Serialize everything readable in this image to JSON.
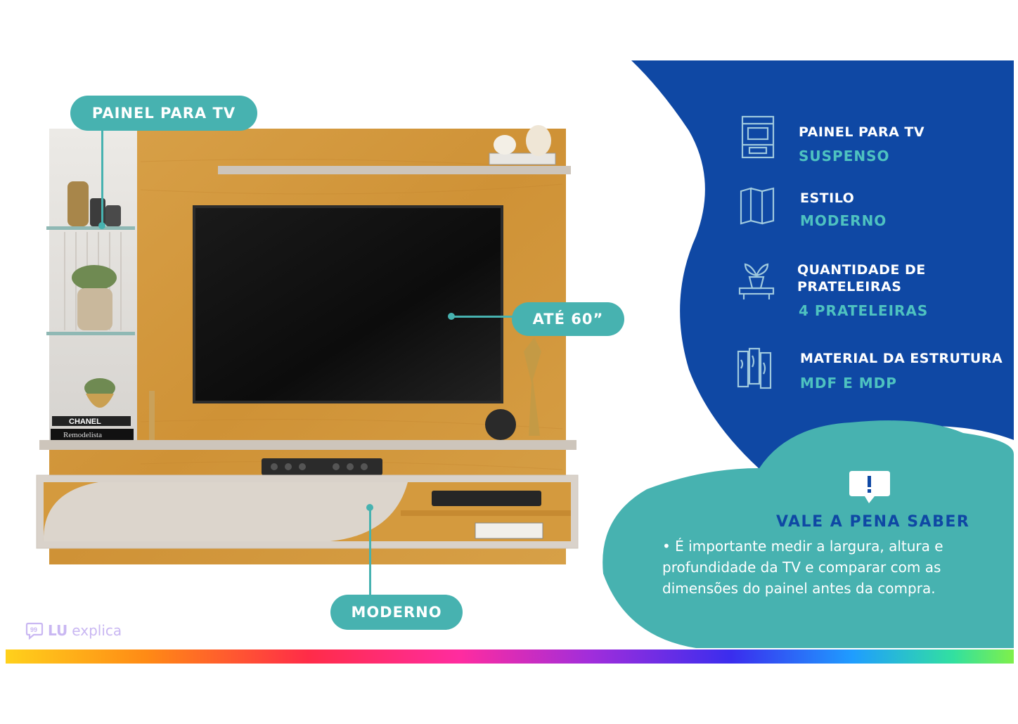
{
  "callouts": {
    "panel": "PAINEL PARA TV",
    "tv_size": "ATÉ 60”",
    "style": "MODERNO"
  },
  "shelf_books": {
    "top": "CHANEL",
    "bottom": "Remodelista"
  },
  "features": [
    {
      "icon": "tv-panel-icon",
      "title": "PAINEL PARA TV",
      "value": "SUSPENSO"
    },
    {
      "icon": "folding-screen-icon",
      "title": "ESTILO",
      "value": "MODERNO"
    },
    {
      "icon": "plant-shelf-icon",
      "title": "QUANTIDADE DE\nPRATELEIRAS",
      "value": "4 PRATELEIRAS"
    },
    {
      "icon": "wood-planks-icon",
      "title": "MATERIAL DA ESTRUTURA",
      "value": "MDF E MDP"
    }
  ],
  "tip": {
    "icon": "alert-speech-icon",
    "title": "VALE A PENA SABER",
    "text": "• É importante medir a largura, altura e profundidade da TV e comparar com as dimensões do painel antes da compra."
  },
  "brand": {
    "lu": "LU",
    "explica": "explica",
    "icon": "chat-bubble-icon"
  },
  "colors": {
    "blue_panel": "#0f48a4",
    "teal": "#47b2b0",
    "teal_text": "#4ec2c0",
    "wood": "#d49a3e",
    "cream": "#d9d2ca"
  }
}
